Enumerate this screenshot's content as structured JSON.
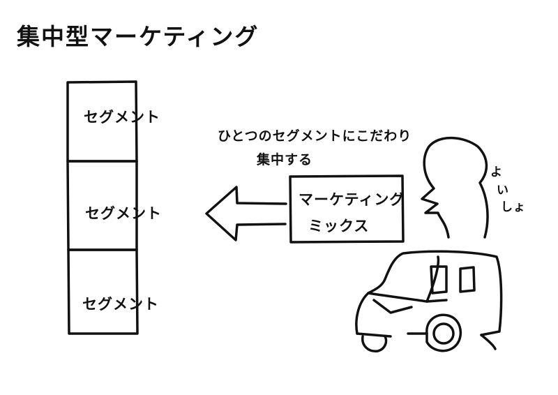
{
  "title": "集中型マーケティング",
  "segments": [
    "セグメント",
    "セグメント",
    "セグメント"
  ],
  "caption": {
    "line1": "ひとつのセグメントにこだわり",
    "line2": "集中する"
  },
  "mix_box": {
    "line1": "マーケティング",
    "line2": "ミックス"
  },
  "person_speech": [
    "よ",
    "い",
    "しょ"
  ]
}
